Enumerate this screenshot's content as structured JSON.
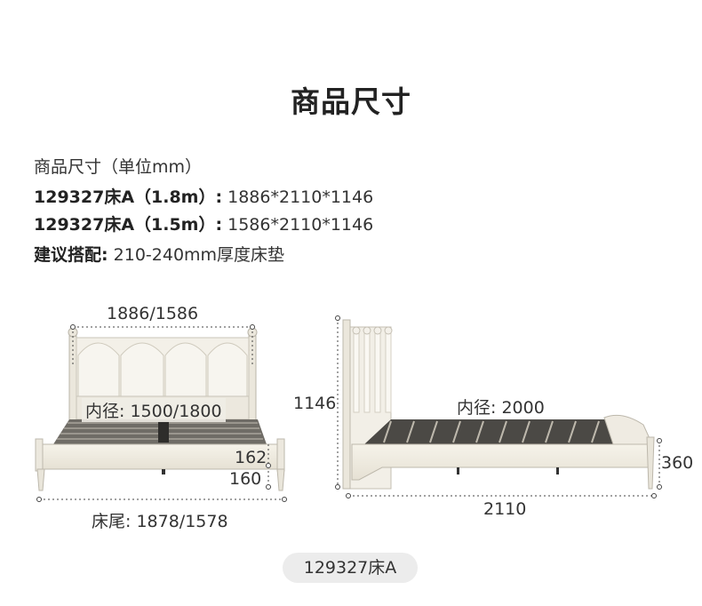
{
  "title": "商品尺寸",
  "specs": {
    "unit_line": "商品尺寸（单位mm）",
    "line1_label": "129327床A（1.8m）:",
    "line1_value": " 1886*2110*1146",
    "line2_label": "129327床A（1.5m）:",
    "line2_value": " 1586*2110*1146",
    "line3_label": "建议搭配:",
    "line3_value": " 210-240mm厚度床垫"
  },
  "front_view": {
    "width_label": "1886/1586",
    "inner_label": "内径: 1500/1800",
    "frame_height": "162",
    "leg_height": "160",
    "tail_label": "床尾: 1878/1578"
  },
  "side_view": {
    "height_label": "1146",
    "inner_label": "内径: 2000",
    "foot_height": "360",
    "length_label": "2110"
  },
  "badge": "129327床A"
}
